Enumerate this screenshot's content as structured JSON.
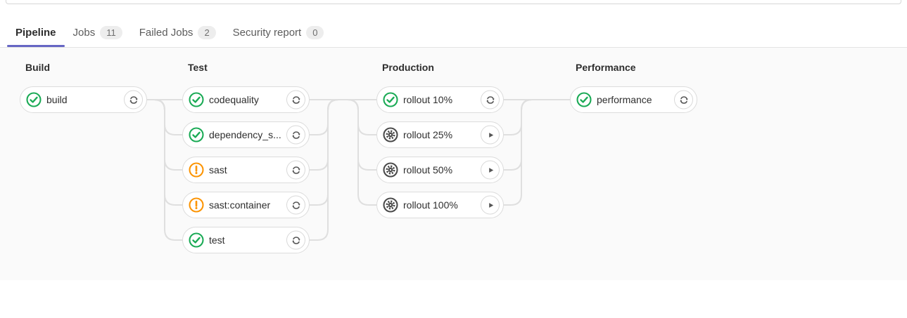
{
  "tabs": [
    {
      "id": "pipeline",
      "label": "Pipeline",
      "active": true
    },
    {
      "id": "jobs",
      "label": "Jobs",
      "badge": "11"
    },
    {
      "id": "failed-jobs",
      "label": "Failed Jobs",
      "badge": "2"
    },
    {
      "id": "security-report",
      "label": "Security report",
      "badge": "0"
    }
  ],
  "pipeline": {
    "stages": [
      {
        "title": "Build",
        "jobs": [
          {
            "name": "build",
            "status": "success",
            "action": "retry"
          }
        ]
      },
      {
        "title": "Test",
        "jobs": [
          {
            "name": "codequality",
            "status": "success",
            "action": "retry"
          },
          {
            "name": "dependency_s...",
            "status": "success",
            "action": "retry"
          },
          {
            "name": "sast",
            "status": "warning",
            "action": "retry"
          },
          {
            "name": "sast:container",
            "status": "warning",
            "action": "retry"
          },
          {
            "name": "test",
            "status": "success",
            "action": "retry"
          }
        ]
      },
      {
        "title": "Production",
        "jobs": [
          {
            "name": "rollout 10%",
            "status": "success",
            "action": "retry"
          },
          {
            "name": "rollout 25%",
            "status": "manual",
            "action": "play"
          },
          {
            "name": "rollout 50%",
            "status": "manual",
            "action": "play"
          },
          {
            "name": "rollout 100%",
            "status": "manual",
            "action": "play"
          }
        ]
      },
      {
        "title": "Performance",
        "jobs": [
          {
            "name": "performance",
            "status": "success",
            "action": "retry"
          }
        ]
      }
    ]
  },
  "icons": {
    "success": "status-success-check-circle-icon",
    "warning": "status-warning-exclamation-circle-icon",
    "manual": "status-manual-gear-circle-icon",
    "retry": "retry-icon",
    "play": "play-icon"
  },
  "colors": {
    "success": "#1aaa55",
    "warning": "#fc9403",
    "manual": "#4a4a4a",
    "action_icon": "#555555",
    "active_tab_indicator": "#6666c4",
    "connector": "#dfdfdf",
    "graph_background": "#fafafa"
  }
}
